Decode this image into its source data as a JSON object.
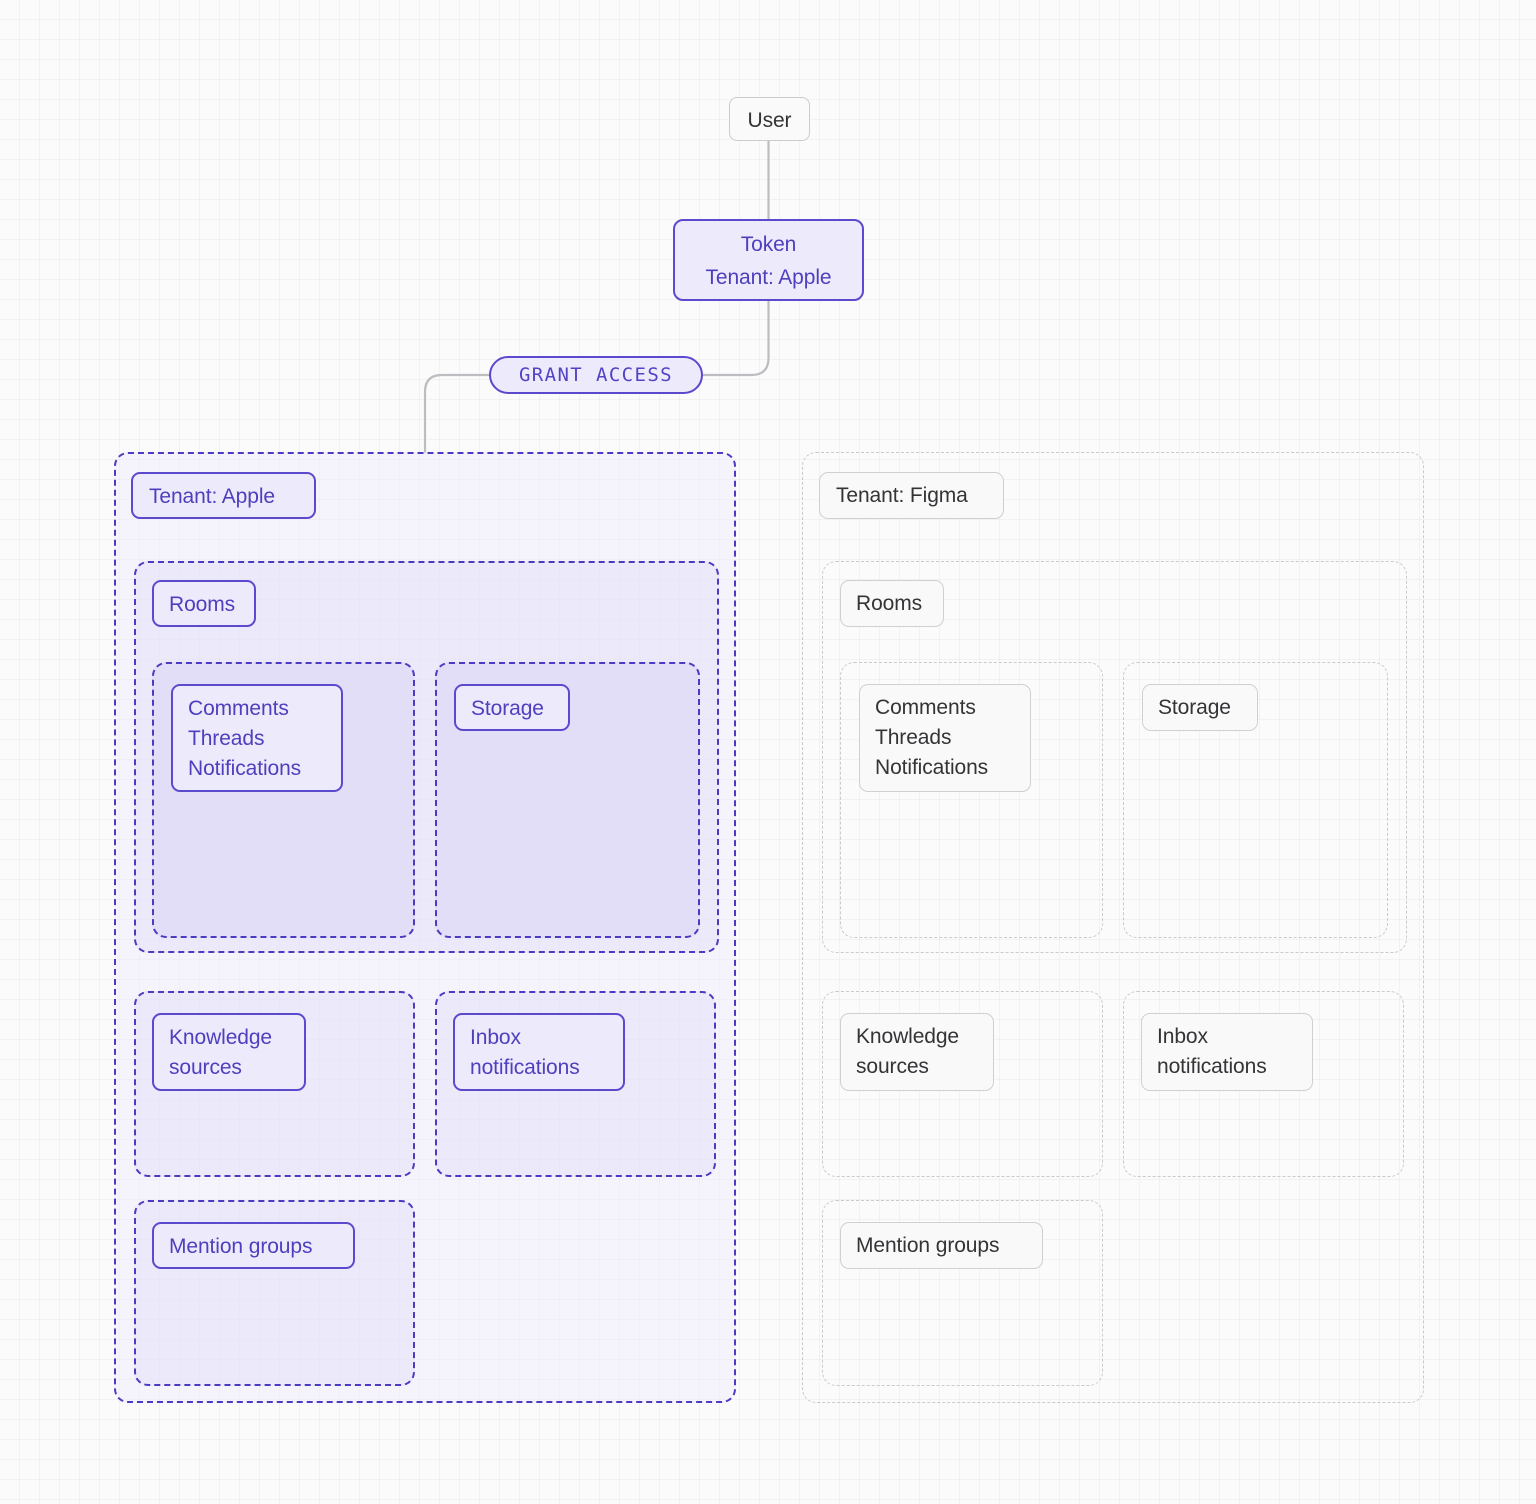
{
  "diagram": {
    "title": "Multi-tenant token access diagram",
    "colors": {
      "accent": "#5b4ace",
      "accent_text": "#4e3fbd",
      "accent_fill": "#edeafc",
      "neutral_border": "#cbccd0",
      "neutral_text": "#333436",
      "canvas_bg": "#fbfbfc"
    }
  },
  "nodes": {
    "user": {
      "label": "User"
    },
    "token": {
      "label": "Token\nTenant: Apple"
    },
    "grant_access": {
      "label": "GRANT ACCESS"
    }
  },
  "tenants": [
    {
      "id": "apple",
      "state": "granted",
      "label": "Tenant: Apple",
      "rooms": {
        "label": "Rooms",
        "children": [
          {
            "id": "comments",
            "label": "Comments\nThreads\nNotifications"
          },
          {
            "id": "storage",
            "label": "Storage"
          }
        ]
      },
      "resources": [
        {
          "id": "knowledge-sources",
          "label": "Knowledge\nsources"
        },
        {
          "id": "inbox-notifications",
          "label": "Inbox\nnotifications"
        },
        {
          "id": "mention-groups",
          "label": "Mention groups"
        }
      ]
    },
    {
      "id": "figma",
      "state": "not-granted",
      "label": "Tenant: Figma",
      "rooms": {
        "label": "Rooms",
        "children": [
          {
            "id": "comments",
            "label": "Comments\nThreads\nNotifications"
          },
          {
            "id": "storage",
            "label": "Storage"
          }
        ]
      },
      "resources": [
        {
          "id": "knowledge-sources",
          "label": "Knowledge\nsources"
        },
        {
          "id": "inbox-notifications",
          "label": "Inbox\nnotifications"
        },
        {
          "id": "mention-groups",
          "label": "Mention groups"
        }
      ]
    }
  ]
}
